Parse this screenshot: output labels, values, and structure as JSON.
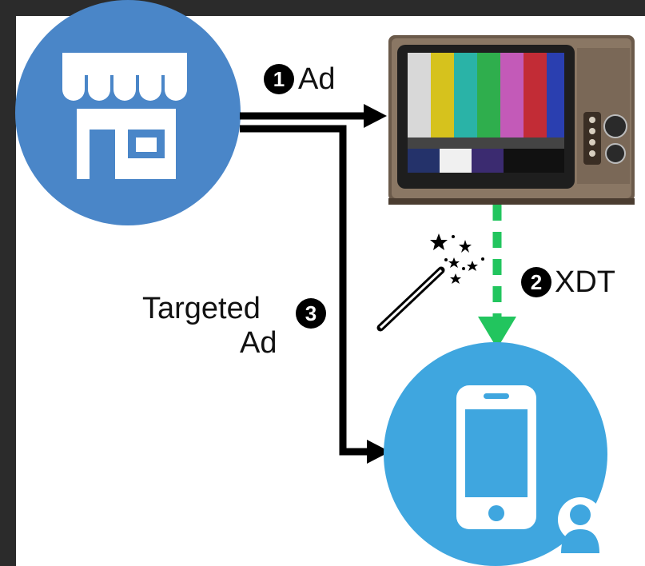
{
  "steps": [
    {
      "number": "1",
      "label": "Ad"
    },
    {
      "number": "2",
      "label": "XDT"
    },
    {
      "number": "3",
      "label_line1": "Targeted",
      "label_line2": "Ad"
    }
  ],
  "icons": {
    "store": "store-icon",
    "tv": "retro-tv-icon",
    "wand": "magic-wand-icon",
    "phone": "smartphone-icon",
    "user": "user-icon"
  },
  "colors": {
    "store_circle": "#4a86c8",
    "phone_circle": "#3fa6df",
    "xdt_arrow": "#22c55e",
    "arrow": "#000000",
    "frame": "#2b2b2b",
    "background": "#ffffff"
  }
}
